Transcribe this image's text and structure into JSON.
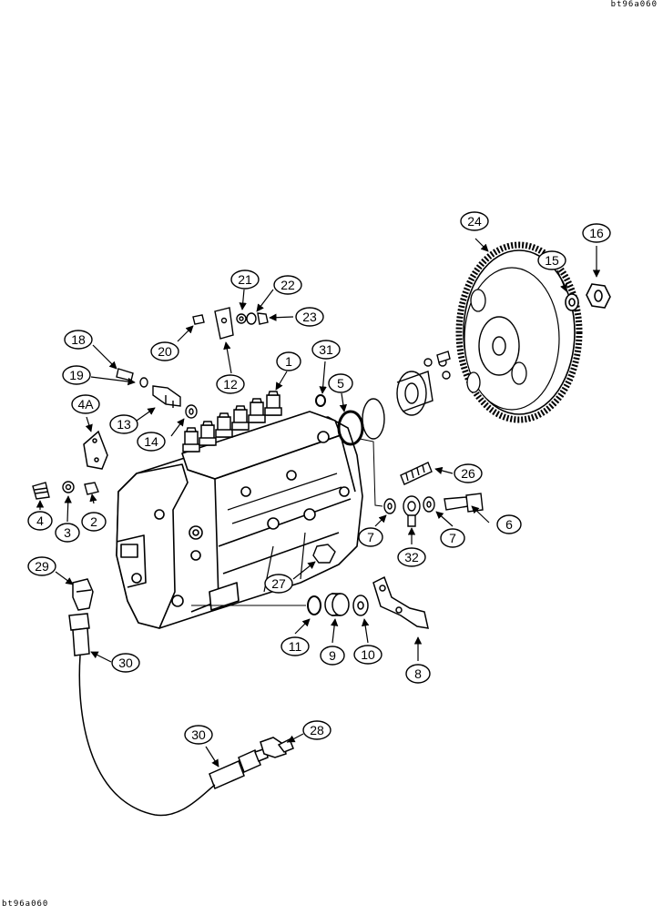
{
  "drawing": {
    "code_top": "bt96a060",
    "code_bottom": "bt96a060"
  },
  "callouts": [
    {
      "id": "c1",
      "label": "1"
    },
    {
      "id": "c2",
      "label": "2"
    },
    {
      "id": "c3",
      "label": "3"
    },
    {
      "id": "c4",
      "label": "4"
    },
    {
      "id": "c4a",
      "label": "4A"
    },
    {
      "id": "c5",
      "label": "5"
    },
    {
      "id": "c6",
      "label": "6"
    },
    {
      "id": "c7a",
      "label": "7"
    },
    {
      "id": "c7b",
      "label": "7"
    },
    {
      "id": "c8",
      "label": "8"
    },
    {
      "id": "c9",
      "label": "9"
    },
    {
      "id": "c10",
      "label": "10"
    },
    {
      "id": "c11",
      "label": "11"
    },
    {
      "id": "c12",
      "label": "12"
    },
    {
      "id": "c13",
      "label": "13"
    },
    {
      "id": "c14",
      "label": "14"
    },
    {
      "id": "c15",
      "label": "15"
    },
    {
      "id": "c16",
      "label": "16"
    },
    {
      "id": "c18",
      "label": "18"
    },
    {
      "id": "c19",
      "label": "19"
    },
    {
      "id": "c20",
      "label": "20"
    },
    {
      "id": "c21",
      "label": "21"
    },
    {
      "id": "c22",
      "label": "22"
    },
    {
      "id": "c23",
      "label": "23"
    },
    {
      "id": "c24",
      "label": "24"
    },
    {
      "id": "c26",
      "label": "26"
    },
    {
      "id": "c27",
      "label": "27"
    },
    {
      "id": "c28",
      "label": "28"
    },
    {
      "id": "c29",
      "label": "29"
    },
    {
      "id": "c30a",
      "label": "30"
    },
    {
      "id": "c30b",
      "label": "30"
    },
    {
      "id": "c31",
      "label": "31"
    },
    {
      "id": "c32",
      "label": "32"
    }
  ]
}
